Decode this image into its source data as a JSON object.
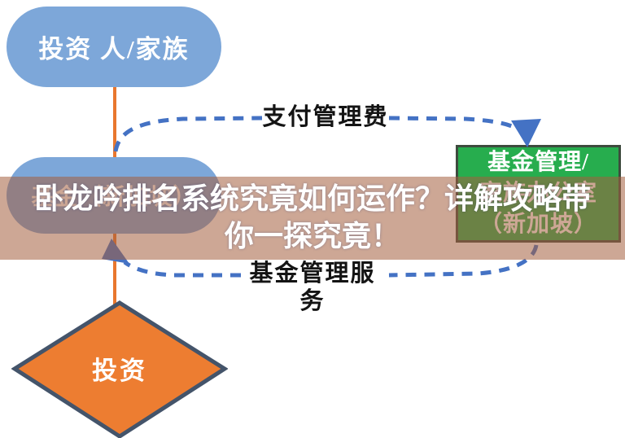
{
  "overlay": {
    "title_line1": "卧龙吟排名系统究竟如何运作？详解攻略带",
    "title_line2": "你一探究竟！"
  },
  "diagram": {
    "nodes": {
      "investor": {
        "label": "投资 人/家族"
      },
      "fund": {
        "label": "基金（新加坡）"
      },
      "manager": {
        "line1": "基金管理/",
        "line2": "家族办公室",
        "line3": "（新加坡）"
      },
      "investment": {
        "label": "投资"
      }
    },
    "edges": {
      "pay_fee": {
        "label": "支付管理费",
        "direction": "fund-to-manager"
      },
      "service": {
        "label": "基金管理服务",
        "direction": "manager-to-fund"
      }
    }
  },
  "colors": {
    "node_blue": "#7da7d9",
    "manager_green": "#27ad4e",
    "manager_border": "#3e4b3e",
    "diamond_orange": "#ed7d31",
    "diamond_border": "#44546a",
    "arrow_blue": "#4472c4",
    "connector_orange": "#e8772e",
    "band_overlay": "rgba(164,95,62,0.55)",
    "headline_text": "#ffffff"
  }
}
